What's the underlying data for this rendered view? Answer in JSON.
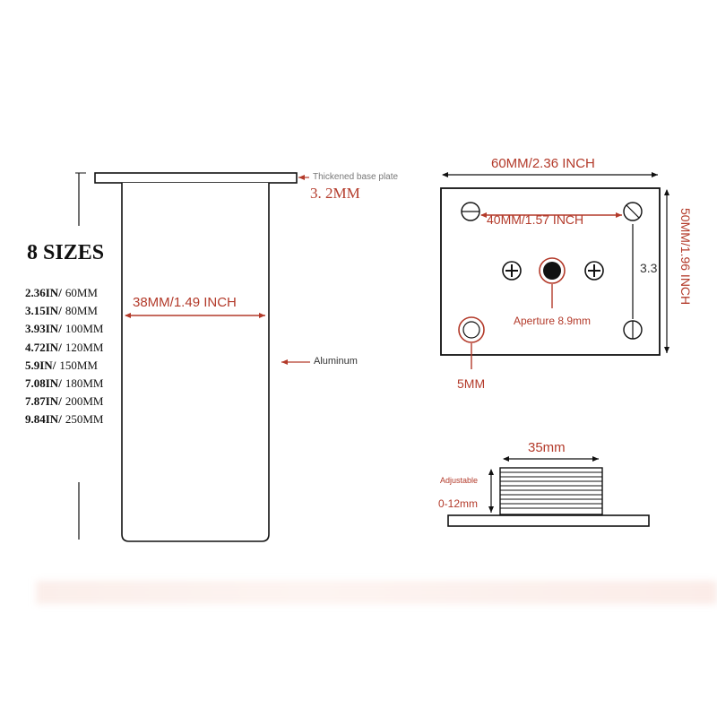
{
  "colors": {
    "accent": "#b33a2a",
    "outline": "#111111",
    "note": "#777777"
  },
  "leg": {
    "base_label": "Thickened base plate",
    "thickness": "3. 2MM",
    "width": "38MM/1.49 INCH",
    "material": "Aluminum"
  },
  "sizes": {
    "title": "8 SIZES",
    "items": [
      {
        "inch": "2.36IN/",
        "mm": "60MM"
      },
      {
        "inch": "3.15IN/",
        "mm": "80MM"
      },
      {
        "inch": "3.93IN/",
        "mm": "100MM"
      },
      {
        "inch": "4.72IN/",
        "mm": "120MM"
      },
      {
        "inch": "5.9IN/",
        "mm": "150MM"
      },
      {
        "inch": "7.08IN/",
        "mm": "180MM"
      },
      {
        "inch": "7.87IN/",
        "mm": "200MM"
      },
      {
        "inch": "9.84IN/",
        "mm": "250MM"
      }
    ]
  },
  "plate": {
    "width": "60MM/2.36 INCH",
    "hole_spacing": "40MM/1.57 INCH",
    "height": "50MM/1.96 INCH",
    "side_dim": "3.3",
    "aperture": "Aperture 8.9mm",
    "hole_size": "5MM"
  },
  "adjuster": {
    "width": "35mm",
    "adjustable_label": "Adjustable",
    "range": "0-12mm"
  }
}
